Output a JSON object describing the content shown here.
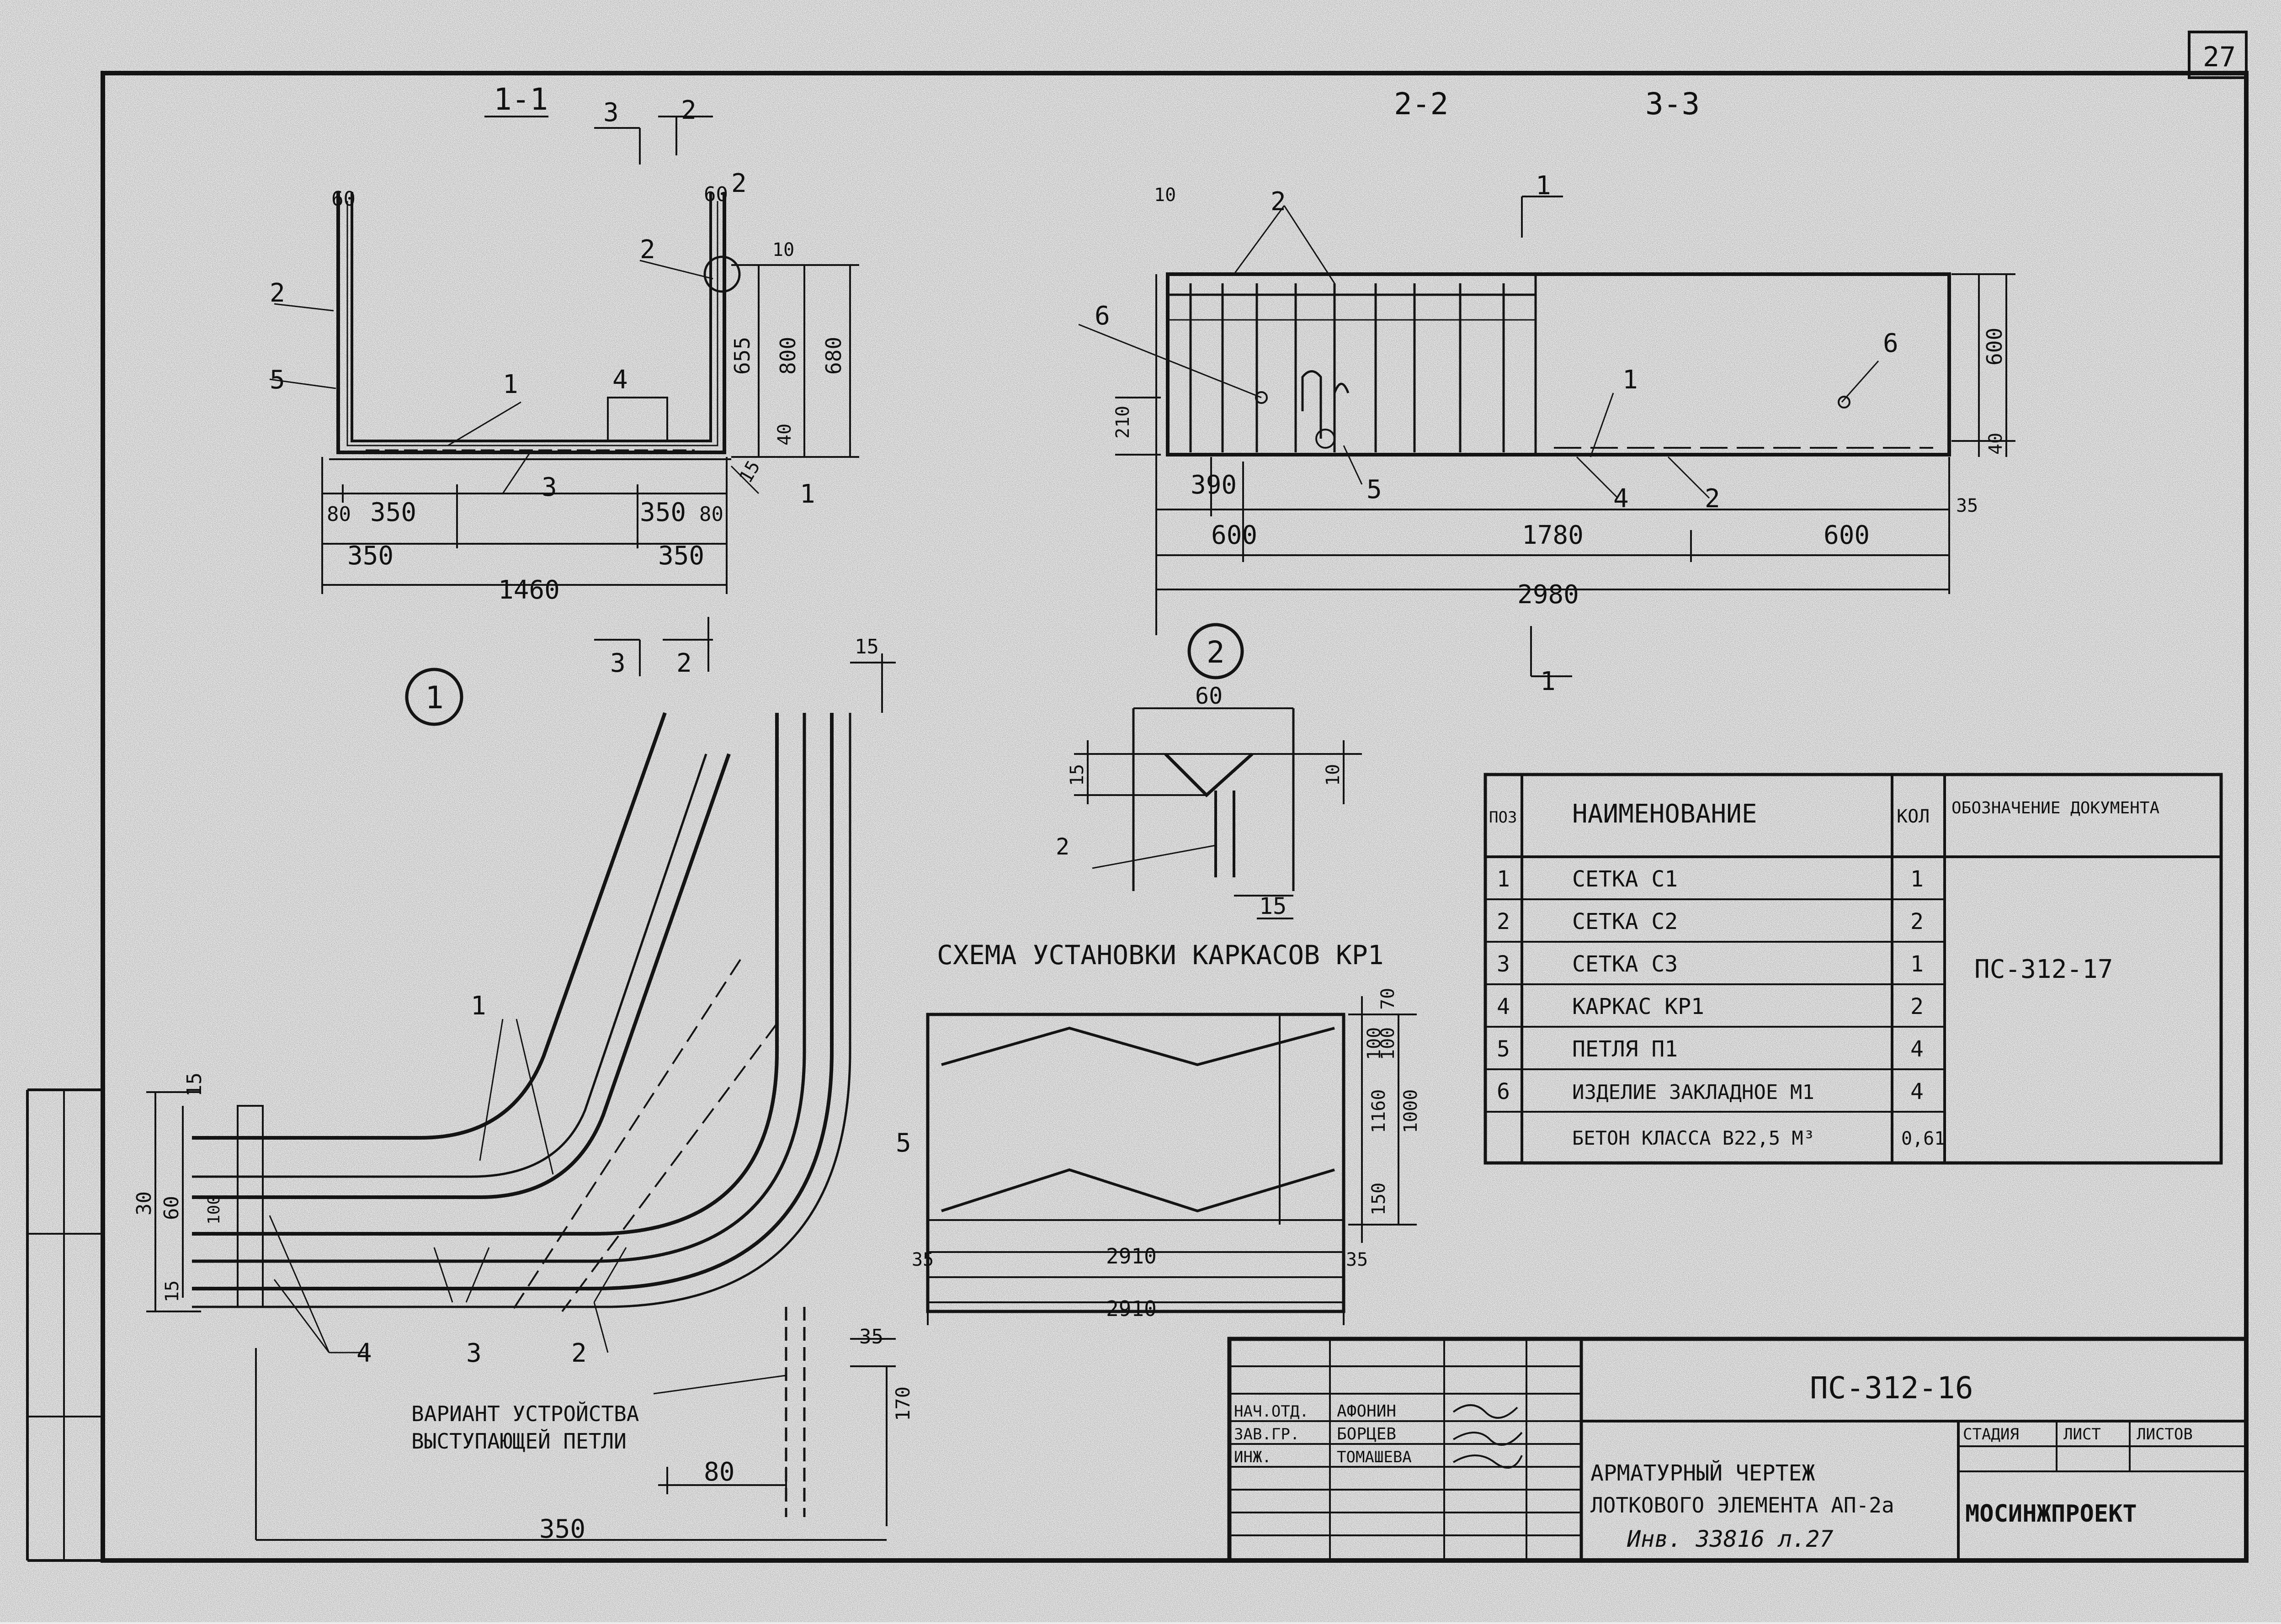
{
  "sheet": {
    "number": "27",
    "colors": {
      "paper": "#ececec",
      "ink": "#141414"
    }
  },
  "section_1_1": {
    "title": "1-1",
    "cut_marks": [
      "3",
      "2",
      "3",
      "2"
    ],
    "dims": {
      "top_left": "60",
      "top_right": "60",
      "d1": "10",
      "h655": "655",
      "h800": "800",
      "h680": "680",
      "h40": "40",
      "h15": "15",
      "b80a": "80",
      "b350a": "350",
      "b350b": "350",
      "b80b": "80",
      "c350a": "350",
      "c350b": "350",
      "total": "1460"
    },
    "positions": [
      "2",
      "5",
      "1",
      "4",
      "3",
      "1",
      "2",
      "2"
    ],
    "node_ref": "1"
  },
  "section_2_2": {
    "title": "2-2",
    "cut_marks": [
      "1",
      "1"
    ],
    "dims": {
      "d10": "10",
      "d210": "210",
      "d390": "390",
      "d600": "600"
    },
    "positions": [
      "2",
      "6",
      "5"
    ],
    "node_ref": "2"
  },
  "section_3_3": {
    "title": "3-3",
    "dims": {
      "h600": "600",
      "h40": "40",
      "d1780": "1780",
      "d600": "600",
      "d35": "35",
      "total": "2980"
    },
    "positions": [
      "6",
      "1",
      "4",
      "2"
    ]
  },
  "detail_1": {
    "dims": {
      "d15top": "15",
      "d15": "15",
      "d60": "60",
      "d15b": "15",
      "d30": "30",
      "d100": "100",
      "d35": "35",
      "d170": "170",
      "d80": "80",
      "d350": "350"
    },
    "positions": [
      "1",
      "3",
      "2",
      "4",
      "5"
    ],
    "variant_label": [
      "ВАРИАНТ УСТРОЙСТВА",
      "ВЫСТУПАЮЩЕЙ ПЕТЛИ"
    ]
  },
  "detail_2": {
    "dims": {
      "w60": "60",
      "d15l": "15",
      "d10": "10",
      "d15b": "15"
    },
    "positions": [
      "2"
    ]
  },
  "frame_scheme": {
    "title": "СХЕМА УСТАНОВКИ КАРКАСОВ КР1",
    "dims": {
      "d70": "70",
      "d100a": "100",
      "d100b": "100",
      "d140": "1160",
      "d1000": "1000",
      "d150": "150",
      "d35a": "35",
      "d35b": "35",
      "w1": "2910",
      "w2": "2910"
    }
  },
  "spec_table": {
    "headers": {
      "pos": "ПОЗ.",
      "name": "НАИМЕНОВАНИЕ",
      "qty": "КОЛ",
      "doc": "ОБОЗНАЧЕНИЕ ДОКУМЕНТА"
    },
    "rows": [
      {
        "pos": "1",
        "name": "СЕТКА С1",
        "qty": "1"
      },
      {
        "pos": "2",
        "name": "СЕТКА С2",
        "qty": "2"
      },
      {
        "pos": "3",
        "name": "СЕТКА С3",
        "qty": "1"
      },
      {
        "pos": "4",
        "name": "КАРКАС КР1",
        "qty": "2"
      },
      {
        "pos": "5",
        "name": "ПЕТЛЯ П1",
        "qty": "4"
      },
      {
        "pos": "6",
        "name": "ИЗДЕЛИЕ ЗАКЛАДНОЕ М1",
        "qty": "4"
      },
      {
        "pos": "",
        "name": "БЕТОН КЛАССА В22,5 М³",
        "qty": "0,61"
      }
    ],
    "doc_ref": "ПС-312-17"
  },
  "title_block": {
    "code": "ПС-312-16",
    "signers": [
      {
        "role": "НАЧ.ОТД.",
        "name": "АФОНИН"
      },
      {
        "role": "ЗАВ.ГР.",
        "name": "БОРЦЕВ"
      },
      {
        "role": "ИНЖ.",
        "name": "ТОМАШЕВА"
      }
    ],
    "drawing_title": [
      "АРМАТУРНЫЙ ЧЕРТЕЖ",
      "ЛОТКОВОГО ЭЛЕМЕНТА АП-2а"
    ],
    "stage_headers": [
      "СТАДИЯ",
      "ЛИСТ",
      "ЛИСТОВ"
    ],
    "organization": "МОСИНЖПРОЕКТ",
    "archive_note": "Инв. 33816 л.27"
  }
}
